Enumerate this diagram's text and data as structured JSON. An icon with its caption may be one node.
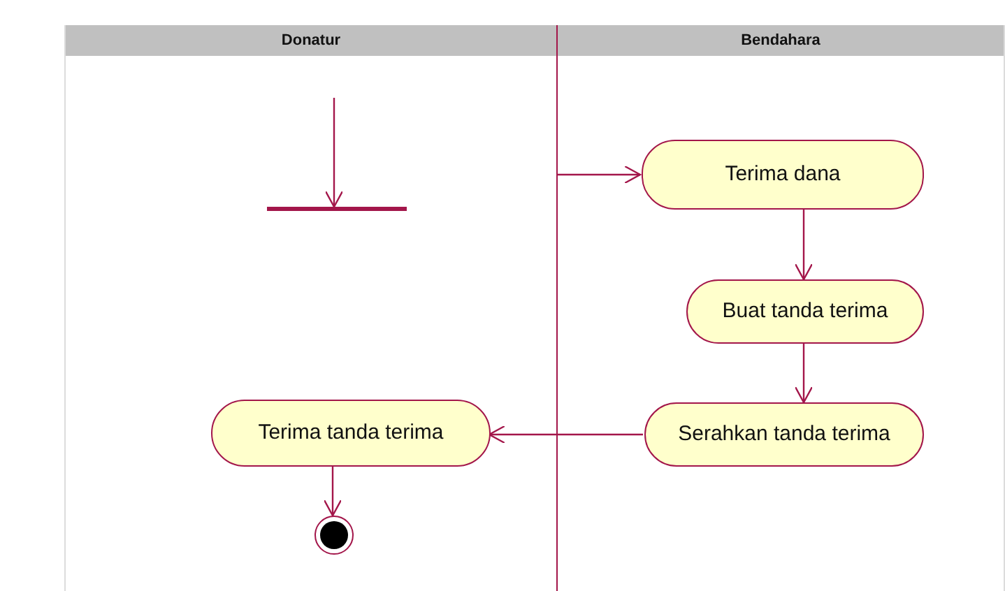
{
  "diagram": {
    "nodes": [
      {
        "text": [
          "Donatur"
        ]
      },
      {
        "text": [
          "Bendahara"
        ]
      },
      {
        "text": [],
        "shape": "bar",
        "in": 0
      },
      {
        "text": [
          "Terima dana"
        ],
        "in": 1
      },
      {
        "text": [
          "Buat tanda terima"
        ],
        "in": 1
      },
      {
        "text": [
          "Serahkan tanda terima"
        ],
        "in": 1
      },
      {
        "text": [
          "Terima tanda terima"
        ],
        "in": 0
      },
      {
        "text": [],
        "shape": "circle",
        "in": 0
      }
    ],
    "edges": [
      {
        "from": null,
        "to": 2,
        "arrow": "to"
      },
      {
        "from": 0,
        "to": 3,
        "arrow": "to"
      },
      {
        "from": 3,
        "to": 4,
        "arrow": "to"
      },
      {
        "from": 4,
        "to": 5,
        "arrow": "to"
      },
      {
        "from": 5,
        "to": 6,
        "arrow": "to"
      },
      {
        "from": 6,
        "to": 7,
        "arrow": "to"
      }
    ]
  }
}
